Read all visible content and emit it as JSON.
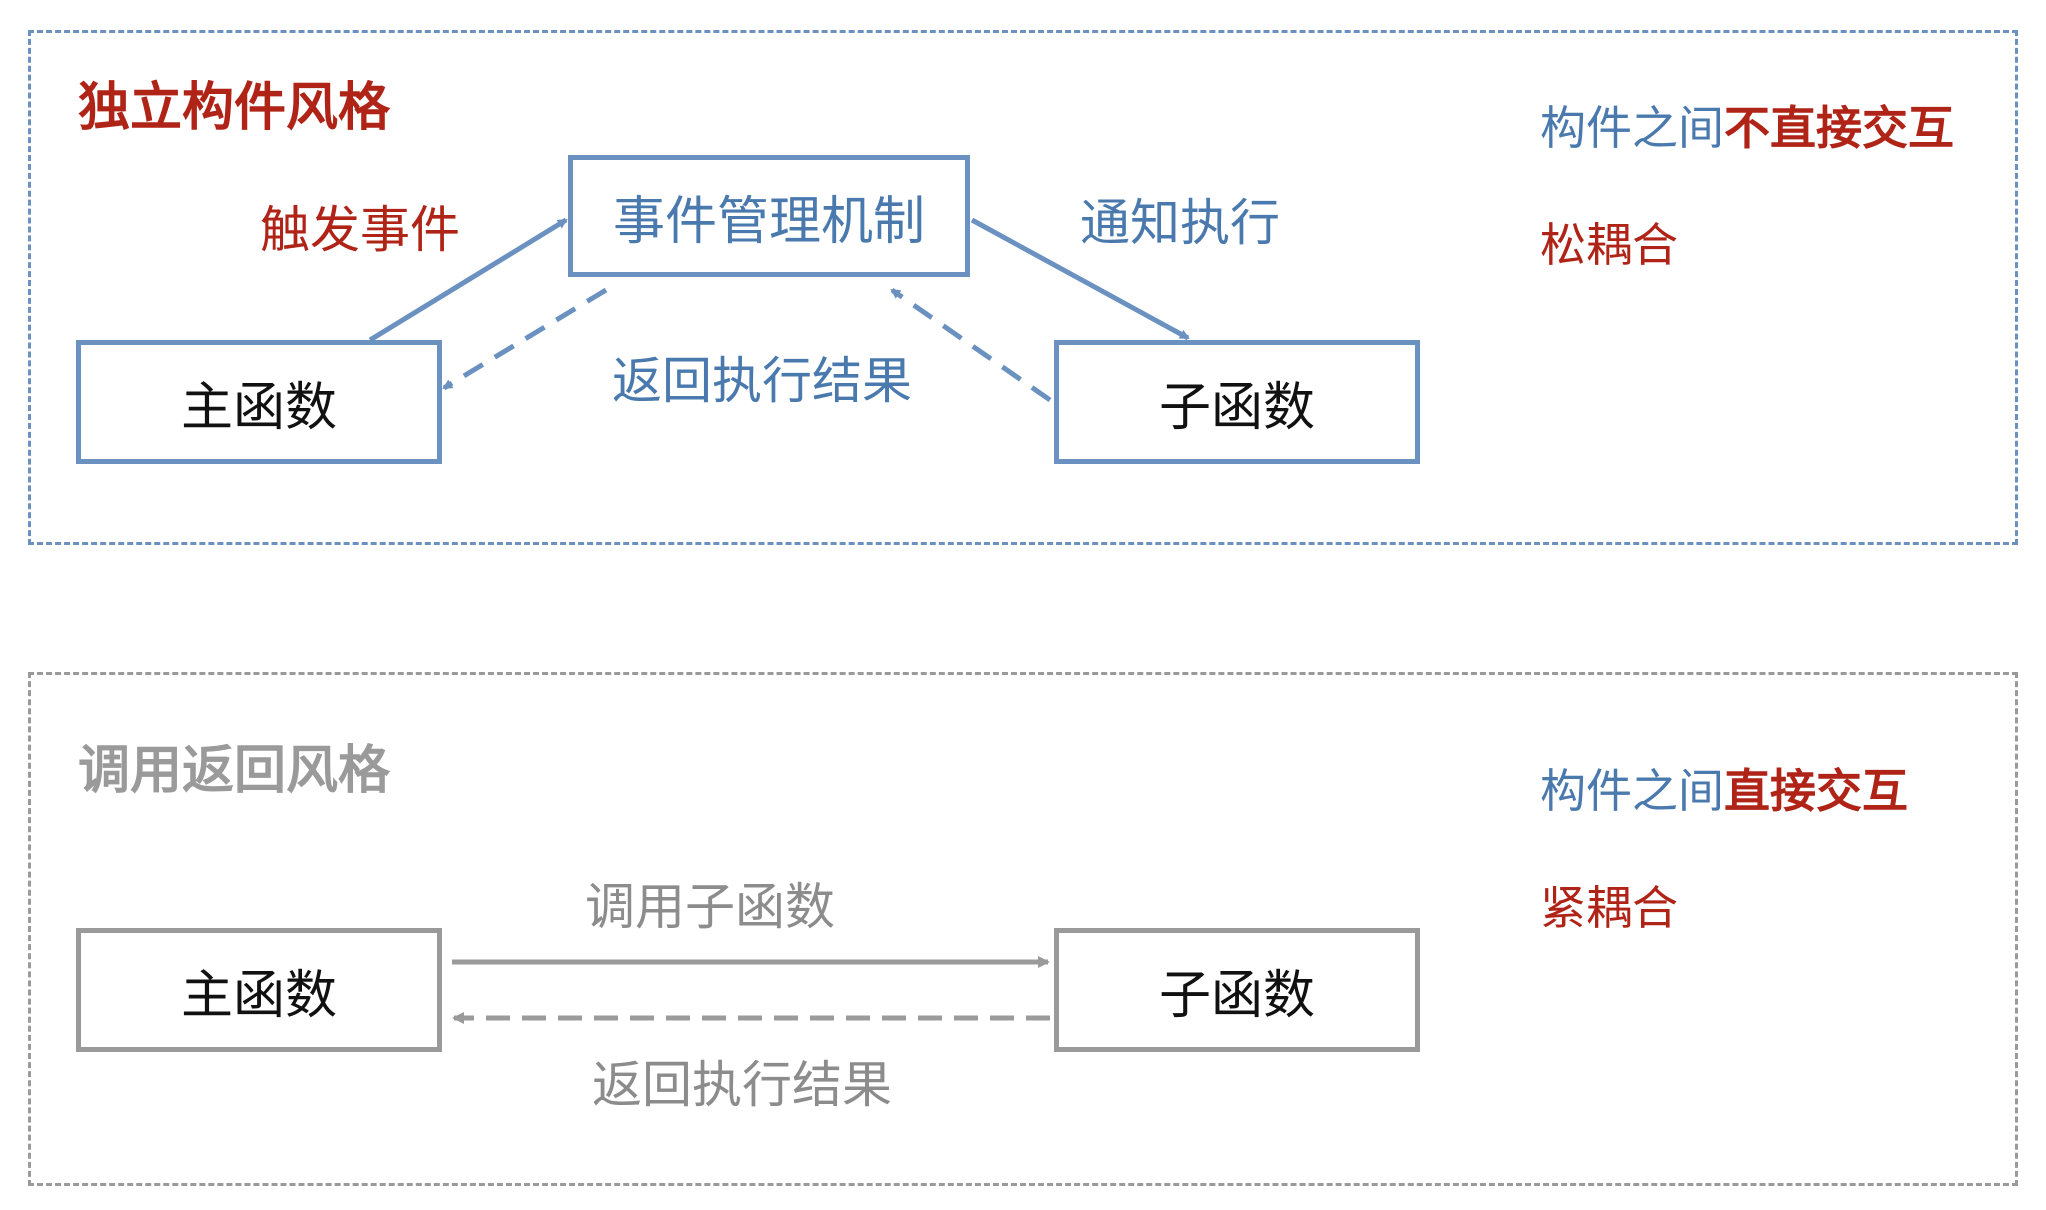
{
  "colors": {
    "blue": "#6a91c0",
    "blue_text": "#4a79ae",
    "red": "#b02418",
    "gray": "#9a9a9a",
    "gray_text": "#8c8c8c",
    "dark": "#111111"
  },
  "top": {
    "title": "独立构件风格",
    "center_box": "事件管理机制",
    "left_box": "主函数",
    "right_box": "子函数",
    "trigger_label": "触发事件",
    "notify_label": "通知执行",
    "return_label": "返回执行结果",
    "note_prefix": "构件之间",
    "note_emphasis": "不直接交互",
    "coupling": "松耦合"
  },
  "bottom": {
    "title": "调用返回风格",
    "left_box": "主函数",
    "right_box": "子函数",
    "call_label": "调用子函数",
    "return_label": "返回执行结果",
    "note_prefix": "构件之间",
    "note_emphasis": "直接交互",
    "coupling": "紧耦合"
  }
}
